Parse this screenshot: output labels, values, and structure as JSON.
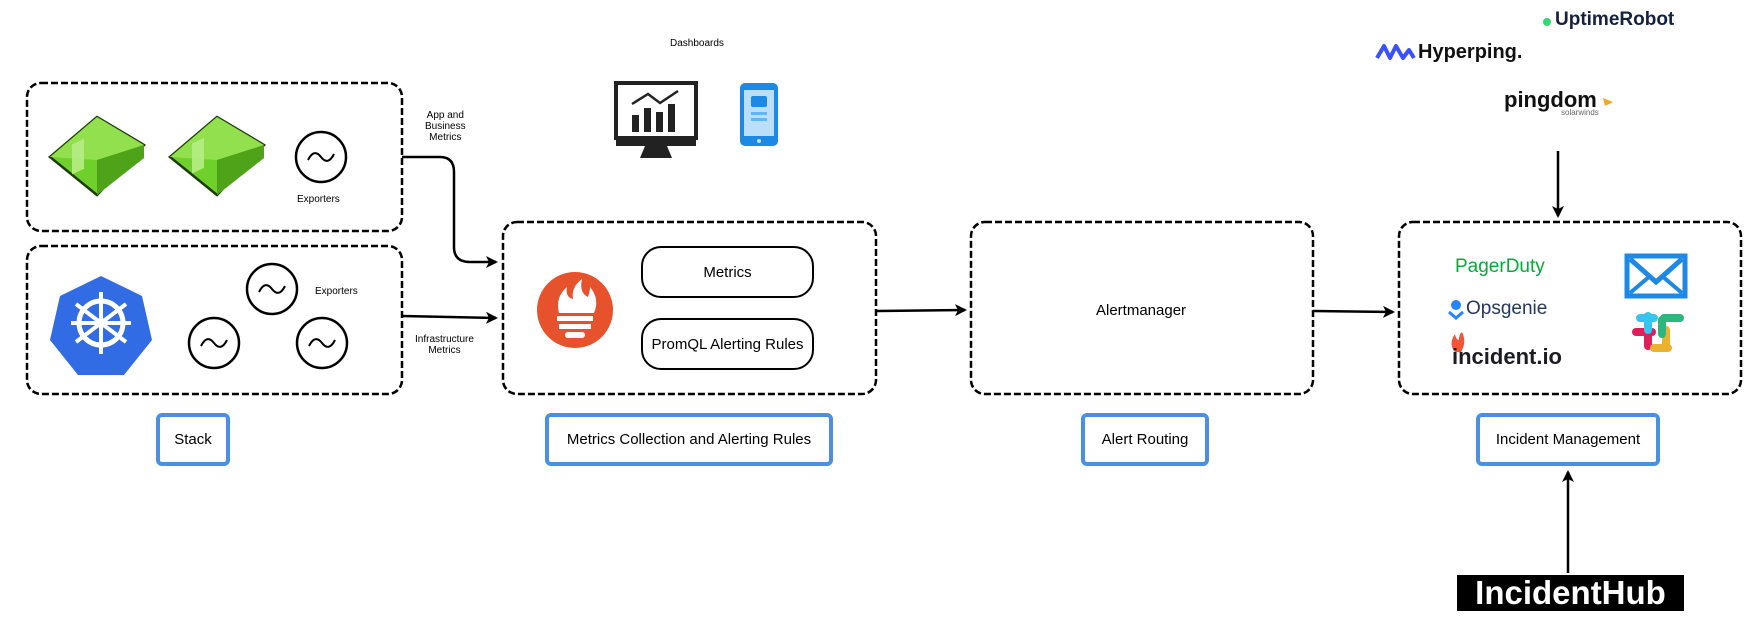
{
  "top": {
    "dashboards_label": "Dashboards"
  },
  "stack": {
    "exporters_top": "Exporters",
    "exporters_bottom": "Exporters",
    "app_metrics_label": "App and\nBusiness\nMetrics",
    "infra_metrics_label": "Infrastructure\nMetrics",
    "label": "Stack"
  },
  "collection": {
    "metrics": "Metrics",
    "rules": "PromQL Alerting Rules",
    "label": "Metrics Collection and Alerting Rules"
  },
  "routing": {
    "alertmanager": "Alertmanager",
    "label": "Alert Routing"
  },
  "incident": {
    "label": "Incident Management",
    "pagerduty": "PagerDuty",
    "opsgenie": "Opsgenie",
    "incidentio": "incident.io",
    "incidenthub": "IncidentHub"
  },
  "monitors": {
    "uptimerobot": "UptimeRobot",
    "hyperping": "Hyperping.",
    "pingdom": "pingdom",
    "pingdom_sub": "solarwinds"
  },
  "colors": {
    "accent_blue": "#4a90e2",
    "green_box": "#6fcf2b",
    "k8s_blue": "#326ce5",
    "prometheus": "#e6522c",
    "pagerduty": "#06ac38",
    "opsgenie": "#2684ff",
    "mail_blue": "#1e88e5"
  }
}
